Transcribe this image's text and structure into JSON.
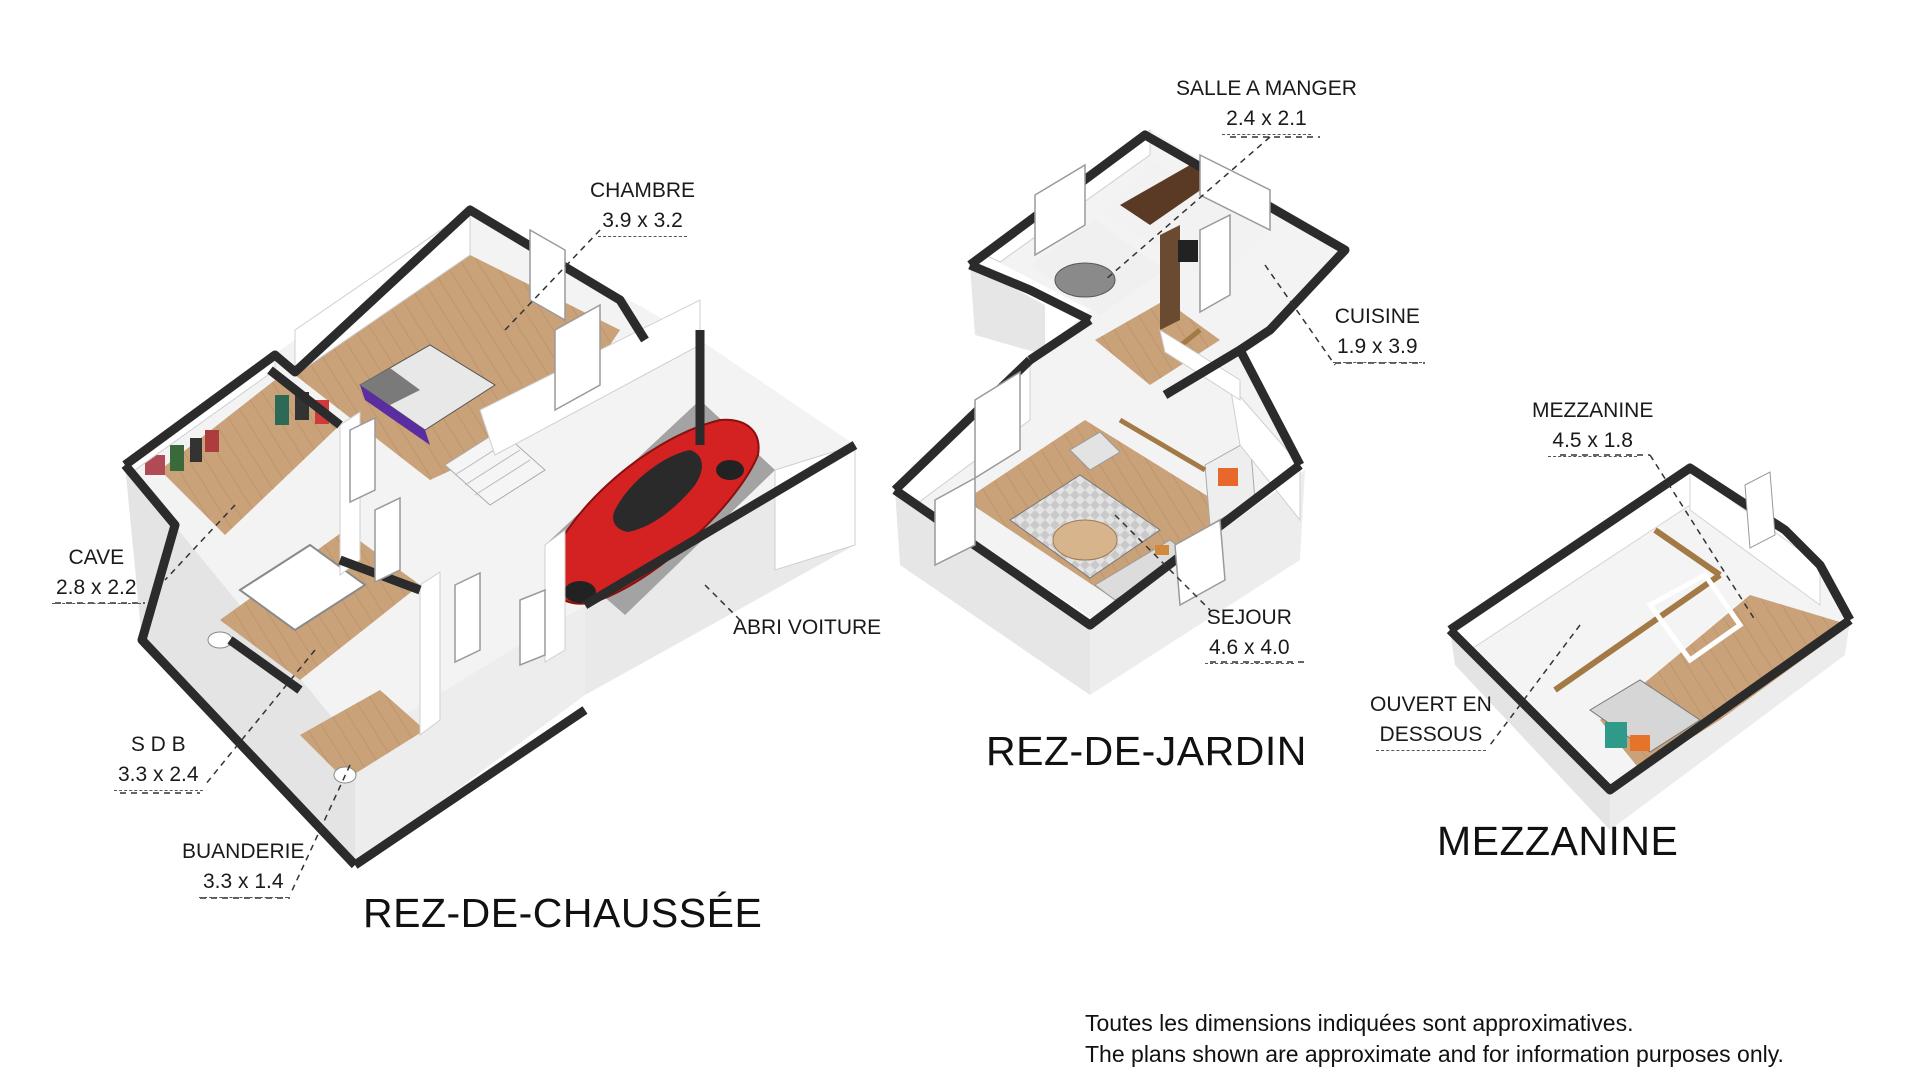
{
  "levels": {
    "ground": "REZ-DE-CHAUSSÉE",
    "garden": "REZ-DE-JARDIN",
    "mezzanine": "MEZZANINE"
  },
  "rooms": {
    "chambre": {
      "name": "CHAMBRE",
      "size": "3.9 x 3.2"
    },
    "cave": {
      "name": "CAVE",
      "size": "2.8 x 2.2"
    },
    "sdb": {
      "name": "S D B",
      "size": "3.3 x 2.4"
    },
    "buanderie": {
      "name": "BUANDERIE",
      "size": "3.3 x 1.4"
    },
    "abri": {
      "name": "ABRI VOITURE"
    },
    "salle": {
      "name": "SALLE A MANGER",
      "size": "2.4 x 2.1"
    },
    "cuisine": {
      "name": "CUISINE",
      "size": "1.9 x 3.9"
    },
    "sejour": {
      "name": "SEJOUR",
      "size": "4.6 x 4.0"
    },
    "mezz": {
      "name": "MEZZANINE",
      "size": "4.5 x 1.8"
    },
    "ouvert": {
      "line1": "OUVERT EN",
      "line2": "DESSOUS"
    }
  },
  "disclaimer": {
    "fr": "Toutes les dimensions indiquées sont approximatives.",
    "en": "The plans shown are approximate and for information purposes only."
  },
  "colors": {
    "wall_top": "#2b2b2b",
    "wall_side": "#e9e9e9",
    "wall_inner": "#f6f6f6",
    "floor_wood": "#c8a27a",
    "floor_concrete": "#9a9a9a",
    "car": "#d62424"
  }
}
